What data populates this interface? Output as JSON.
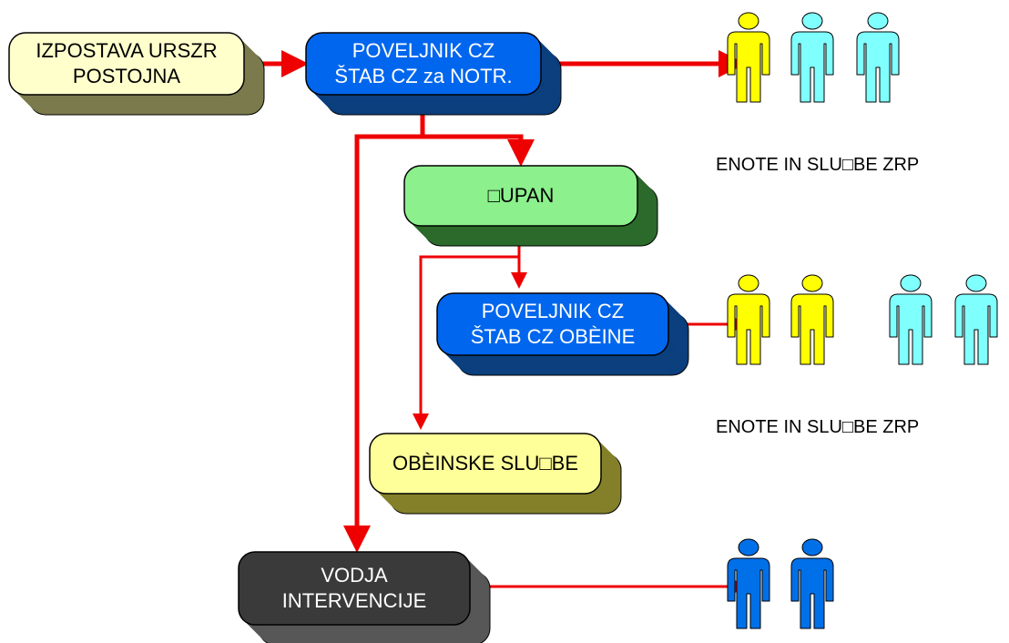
{
  "colors": {
    "arrow": "#ee0000",
    "outline": "#000000",
    "yellow_fill": "#ffffcc",
    "yellow_shadow": "#7a7a4c",
    "blue_fill": "#0066ee",
    "blue_shadow": "#0b3f7d",
    "green_fill": "#8cf08c",
    "green_shadow": "#2b6a2b",
    "pale_yellow_fill": "#ffff99",
    "pale_yellow_shadow": "#84802a",
    "dark_fill": "#3a3a3a",
    "dark_shadow": "#575757",
    "person_yellow": "#ffff00",
    "person_cyan": "#80ffff",
    "person_blue": "#0070e8"
  },
  "nodes": {
    "izpostava": {
      "text": "IZPOSTAVA URSZR\nPOSTOJNA",
      "fill": "yellow",
      "text_color": "#000000"
    },
    "poveljnik_notr": {
      "text": "POVELJNIK CZ\nŠTAB CZ za NOTR.",
      "fill": "blue",
      "text_color": "#ffffff"
    },
    "zupan": {
      "text": "□UPAN",
      "fill": "green",
      "text_color": "#000000"
    },
    "poveljnik_obcine": {
      "text": "POVELJNIK CZ\nŠTAB CZ OBÈINE",
      "fill": "blue",
      "text_color": "#ffffff"
    },
    "obcinske_sluzbe": {
      "text": "OBÈINSKE SLU□BE",
      "fill": "pale_yellow",
      "text_color": "#000000"
    },
    "vodja": {
      "text": "VODJA\nINTERVENCIJE",
      "fill": "dark",
      "text_color": "#ffffff"
    }
  },
  "captions": {
    "enote_1": "ENOTE IN SLU□BE ZRP",
    "enote_2": "ENOTE IN SLU□BE ZRP"
  },
  "people_groups": [
    {
      "id": "group-top",
      "colors": [
        "person_yellow",
        "person_cyan",
        "person_cyan"
      ]
    },
    {
      "id": "group-middle",
      "colors": [
        "person_yellow",
        "person_yellow",
        "person_cyan",
        "person_cyan"
      ]
    },
    {
      "id": "group-bottom",
      "colors": [
        "person_blue",
        "person_blue"
      ]
    }
  ]
}
